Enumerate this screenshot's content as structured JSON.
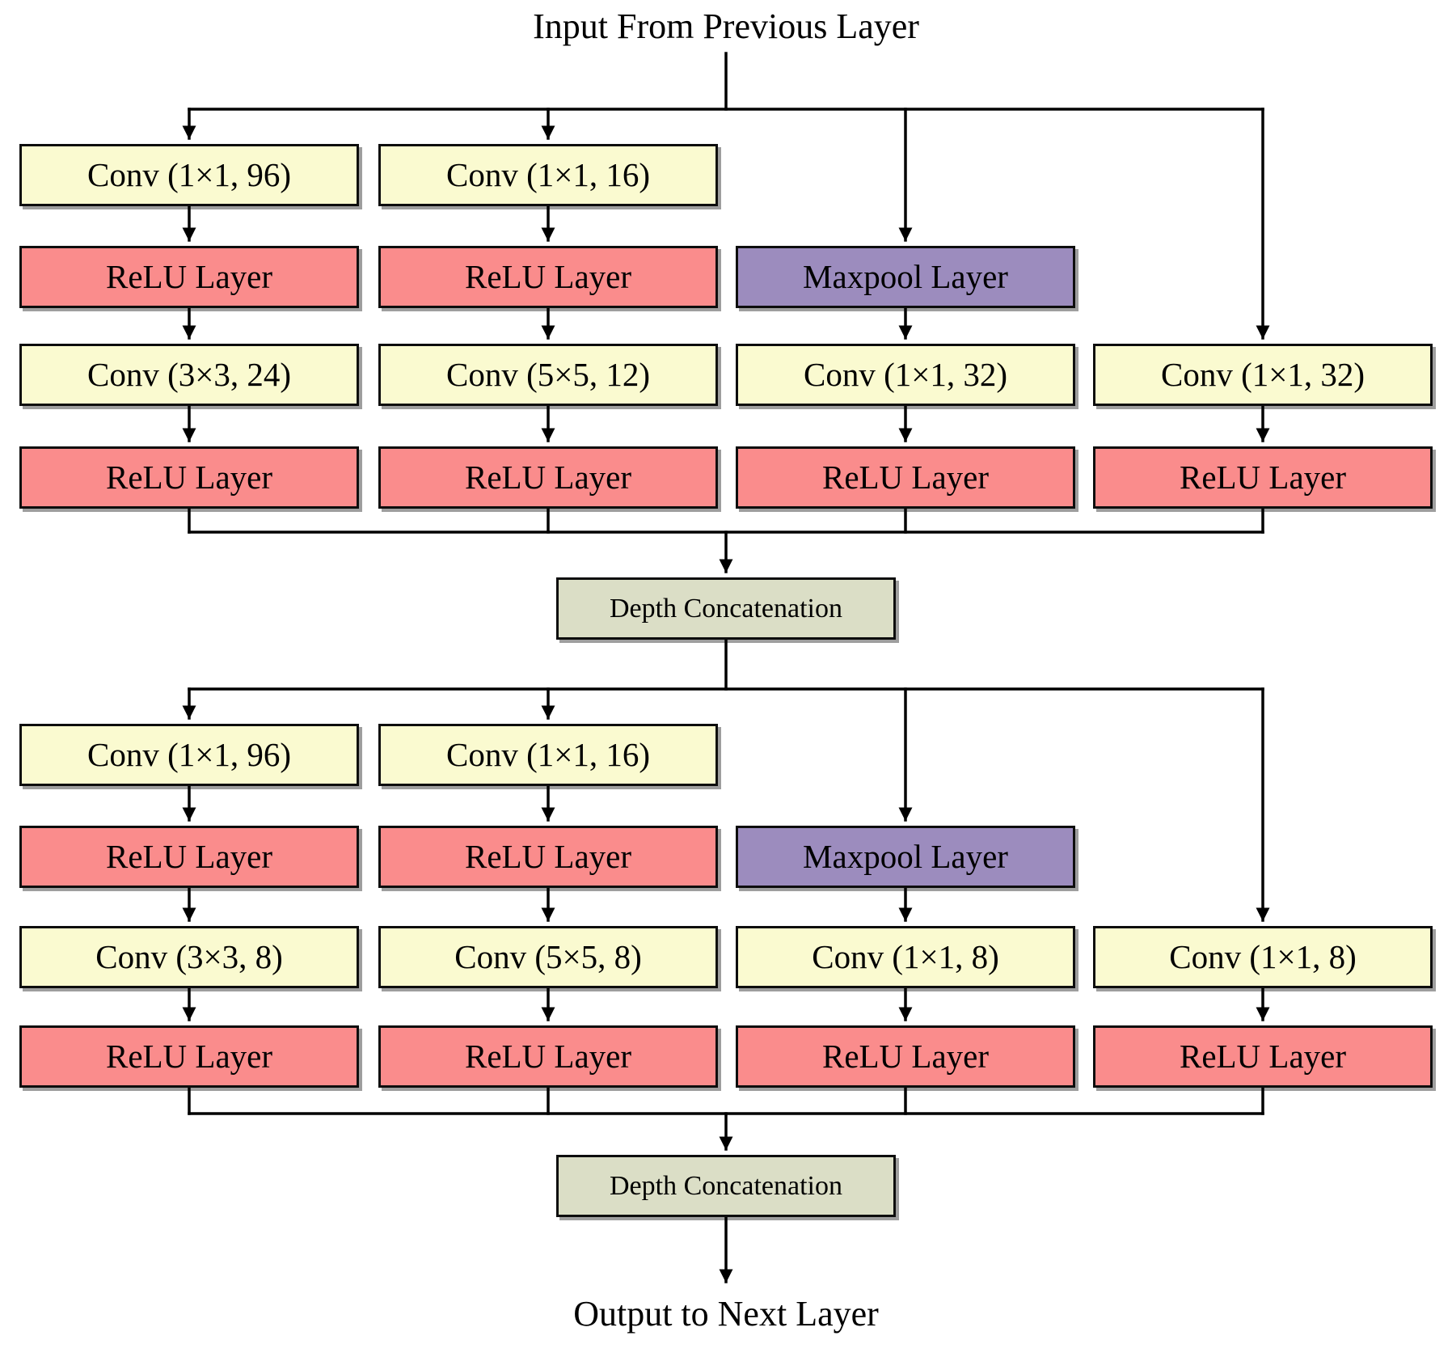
{
  "title": "Input From Previous Layer",
  "output_label": "Output to Next Layer",
  "colors": {
    "conv_fill": "#FAFAD0",
    "relu_fill": "#FA8C8C",
    "maxpool_fill": "#9C8CBE",
    "concat_fill": "#DBDEC6",
    "line_color": "#000000"
  },
  "block1": {
    "concat": "Depth Concatenation",
    "branch1": {
      "l1": "Conv (1×1, 96)",
      "l2": "ReLU Layer",
      "l3": "Conv (3×3, 24)",
      "l4": "ReLU Layer"
    },
    "branch2": {
      "l1": "Conv (1×1, 16)",
      "l2": "ReLU Layer",
      "l3": "Conv (5×5, 12)",
      "l4": "ReLU Layer"
    },
    "branch3": {
      "l2": "Maxpool Layer",
      "l3": "Conv (1×1, 32)",
      "l4": "ReLU Layer"
    },
    "branch4": {
      "l3": "Conv (1×1, 32)",
      "l4": "ReLU Layer"
    }
  },
  "block2": {
    "concat": "Depth Concatenation",
    "branch1": {
      "l1": "Conv (1×1, 96)",
      "l2": "ReLU Layer",
      "l3": "Conv (3×3, 8)",
      "l4": "ReLU Layer"
    },
    "branch2": {
      "l1": "Conv (1×1, 16)",
      "l2": "ReLU Layer",
      "l3": "Conv (5×5, 8)",
      "l4": "ReLU Layer"
    },
    "branch3": {
      "l2": "Maxpool Layer",
      "l3": "Conv (1×1, 8)",
      "l4": "ReLU Layer"
    },
    "branch4": {
      "l3": "Conv (1×1, 8)",
      "l4": "ReLU Layer"
    }
  }
}
